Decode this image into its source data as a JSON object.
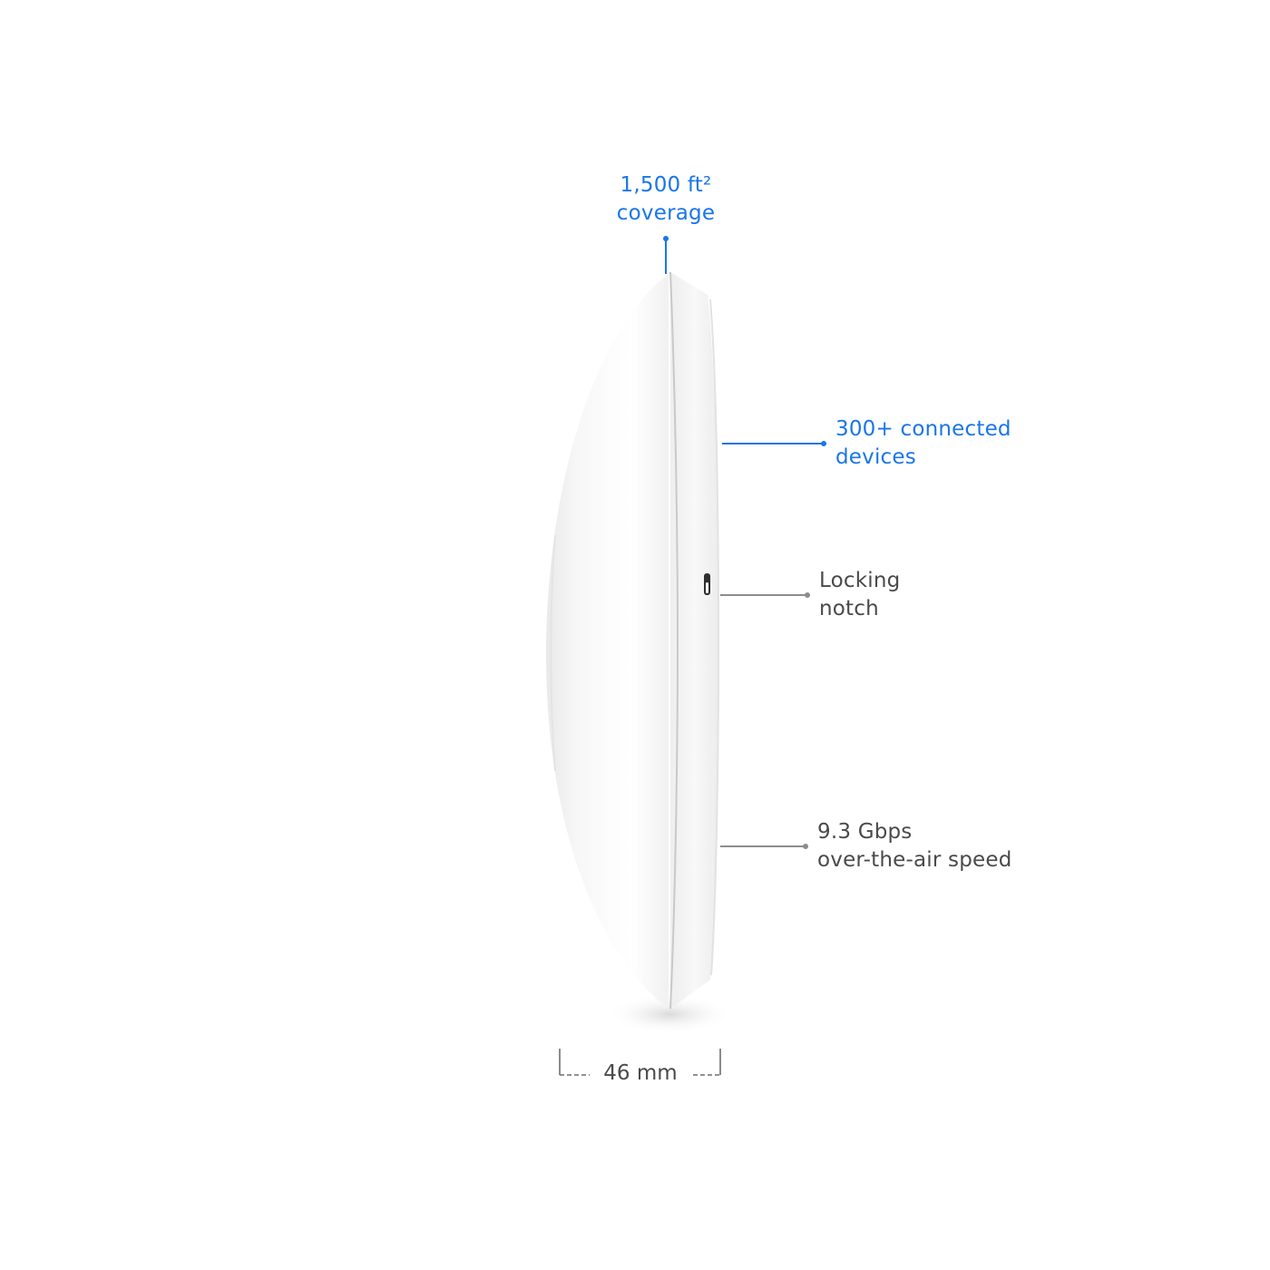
{
  "callouts": {
    "coverage": {
      "line1": "1,500 ft²",
      "line2": "coverage"
    },
    "devices": {
      "line1": "300+ connected",
      "line2": "devices"
    },
    "notch": {
      "line1": "Locking",
      "line2": "notch"
    },
    "speed": {
      "line1": "9.3 Gbps",
      "line2": "over-the-air speed"
    }
  },
  "dimension": {
    "width_label": "46 mm"
  },
  "colors": {
    "accent": "#1976e8",
    "text_gray": "#4a4a4a",
    "leader_gray": "#8c8c8c"
  }
}
